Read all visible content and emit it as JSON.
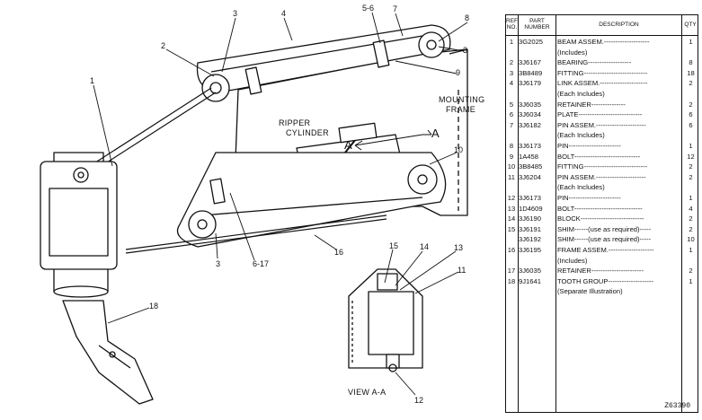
{
  "callouts": {
    "c1": "1",
    "c2": "2",
    "c3a": "3",
    "c4": "4",
    "c56": "5-6",
    "c7": "7",
    "c8": "8",
    "c3b": "3",
    "c9": "9",
    "c10": "10",
    "c3c": "3",
    "c617": "6-17",
    "c16": "16",
    "c18": "18",
    "c15": "15",
    "c14": "14",
    "c13": "13",
    "c11": "11",
    "c12": "12"
  },
  "labels": {
    "mounting_1": "MOUNTING",
    "mounting_2": "FRAME",
    "ripper_1": "RIPPER",
    "ripper_2": "CYLINDER",
    "section_a1": "A",
    "section_a2": "A",
    "view": "VIEW A-A"
  },
  "table": {
    "headers": {
      "ref": "REF. NO.",
      "part": "PART NUMBER",
      "desc": "DESCRIPTION",
      "qty": "QTY"
    },
    "rows": [
      {
        "ref": "1",
        "part": "3G2025",
        "desc": "BEAM ASSEM.--------------------",
        "qty": "1"
      },
      {
        "ref": "",
        "part": "",
        "desc": "(Includes)",
        "qty": ""
      },
      {
        "ref": "2",
        "part": "3J6167",
        "desc": "BEARING-------------------",
        "qty": "8"
      },
      {
        "ref": "3",
        "part": "3B8489",
        "desc": "FITTING----------------------------",
        "qty": "18"
      },
      {
        "ref": "4",
        "part": "3J6179",
        "desc": "LINK ASSEM.---------------------",
        "qty": "2"
      },
      {
        "ref": "",
        "part": "",
        "desc": "(Each Includes)",
        "qty": ""
      },
      {
        "ref": "5",
        "part": "3J6035",
        "desc": "RETAINER---------------",
        "qty": "2"
      },
      {
        "ref": "6",
        "part": "3J6034",
        "desc": "PLATE----------------------------",
        "qty": "6"
      },
      {
        "ref": "7",
        "part": "3J6182",
        "desc": "PIN ASSEM.----------------------",
        "qty": "6"
      },
      {
        "ref": "",
        "part": "",
        "desc": "(Each Includes)",
        "qty": ""
      },
      {
        "ref": "8",
        "part": "3J6173",
        "desc": "PIN-----------------------",
        "qty": "1"
      },
      {
        "ref": "9",
        "part": "1A458",
        "desc": "BOLT-----------------------------",
        "qty": "12"
      },
      {
        "ref": "10",
        "part": "3B8485",
        "desc": "FITTING----------------------------",
        "qty": "2"
      },
      {
        "ref": "11",
        "part": "3J6204",
        "desc": "PIN ASSEM.----------------------",
        "qty": "2"
      },
      {
        "ref": "",
        "part": "",
        "desc": "(Each Includes)",
        "qty": ""
      },
      {
        "ref": "12",
        "part": "3J6173",
        "desc": "PIN-----------------------",
        "qty": "1"
      },
      {
        "ref": "13",
        "part": "1D4609",
        "desc": "BOLT------------------------------",
        "qty": "4"
      },
      {
        "ref": "14",
        "part": "3J6190",
        "desc": "BLOCK----------------------------",
        "qty": "2"
      },
      {
        "ref": "15",
        "part": "3J6191",
        "desc": "SHIM------(use as required)-----",
        "qty": "2"
      },
      {
        "ref": "",
        "part": "3J6192",
        "desc": "SHIM------(use as required)-----",
        "qty": "10"
      },
      {
        "ref": "16",
        "part": "3J6195",
        "desc": "FRAME ASSEM.--------------------",
        "qty": "1"
      },
      {
        "ref": "",
        "part": "",
        "desc": "(Includes)",
        "qty": ""
      },
      {
        "ref": "17",
        "part": "3J6035",
        "desc": "RETAINER-----------------------",
        "qty": "2"
      },
      {
        "ref": "18",
        "part": "9J1641",
        "desc": "TOOTH GROUP--------------------",
        "qty": "1"
      },
      {
        "ref": "",
        "part": "",
        "desc": "(Separate Illustration)",
        "qty": ""
      }
    ]
  },
  "doc_number": "Z63390"
}
